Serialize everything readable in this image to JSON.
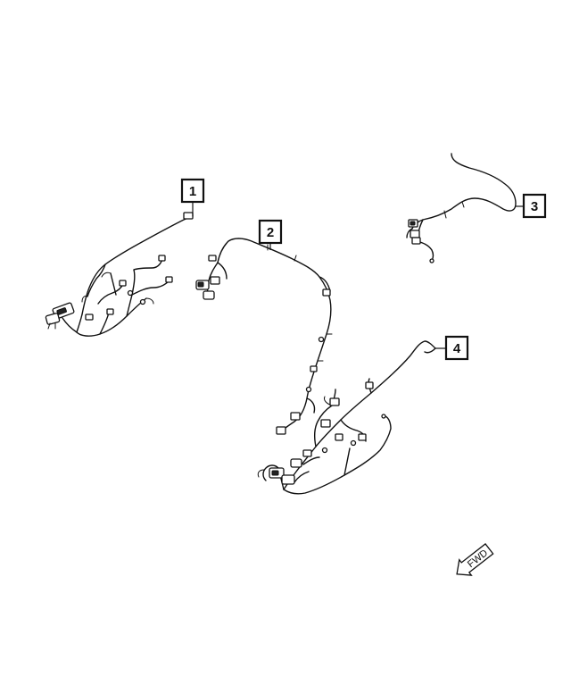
{
  "callouts": [
    {
      "label": "1"
    },
    {
      "label": "2"
    },
    {
      "label": "3"
    },
    {
      "label": "4"
    }
  ],
  "direction_indicator": {
    "label": "FWD"
  }
}
